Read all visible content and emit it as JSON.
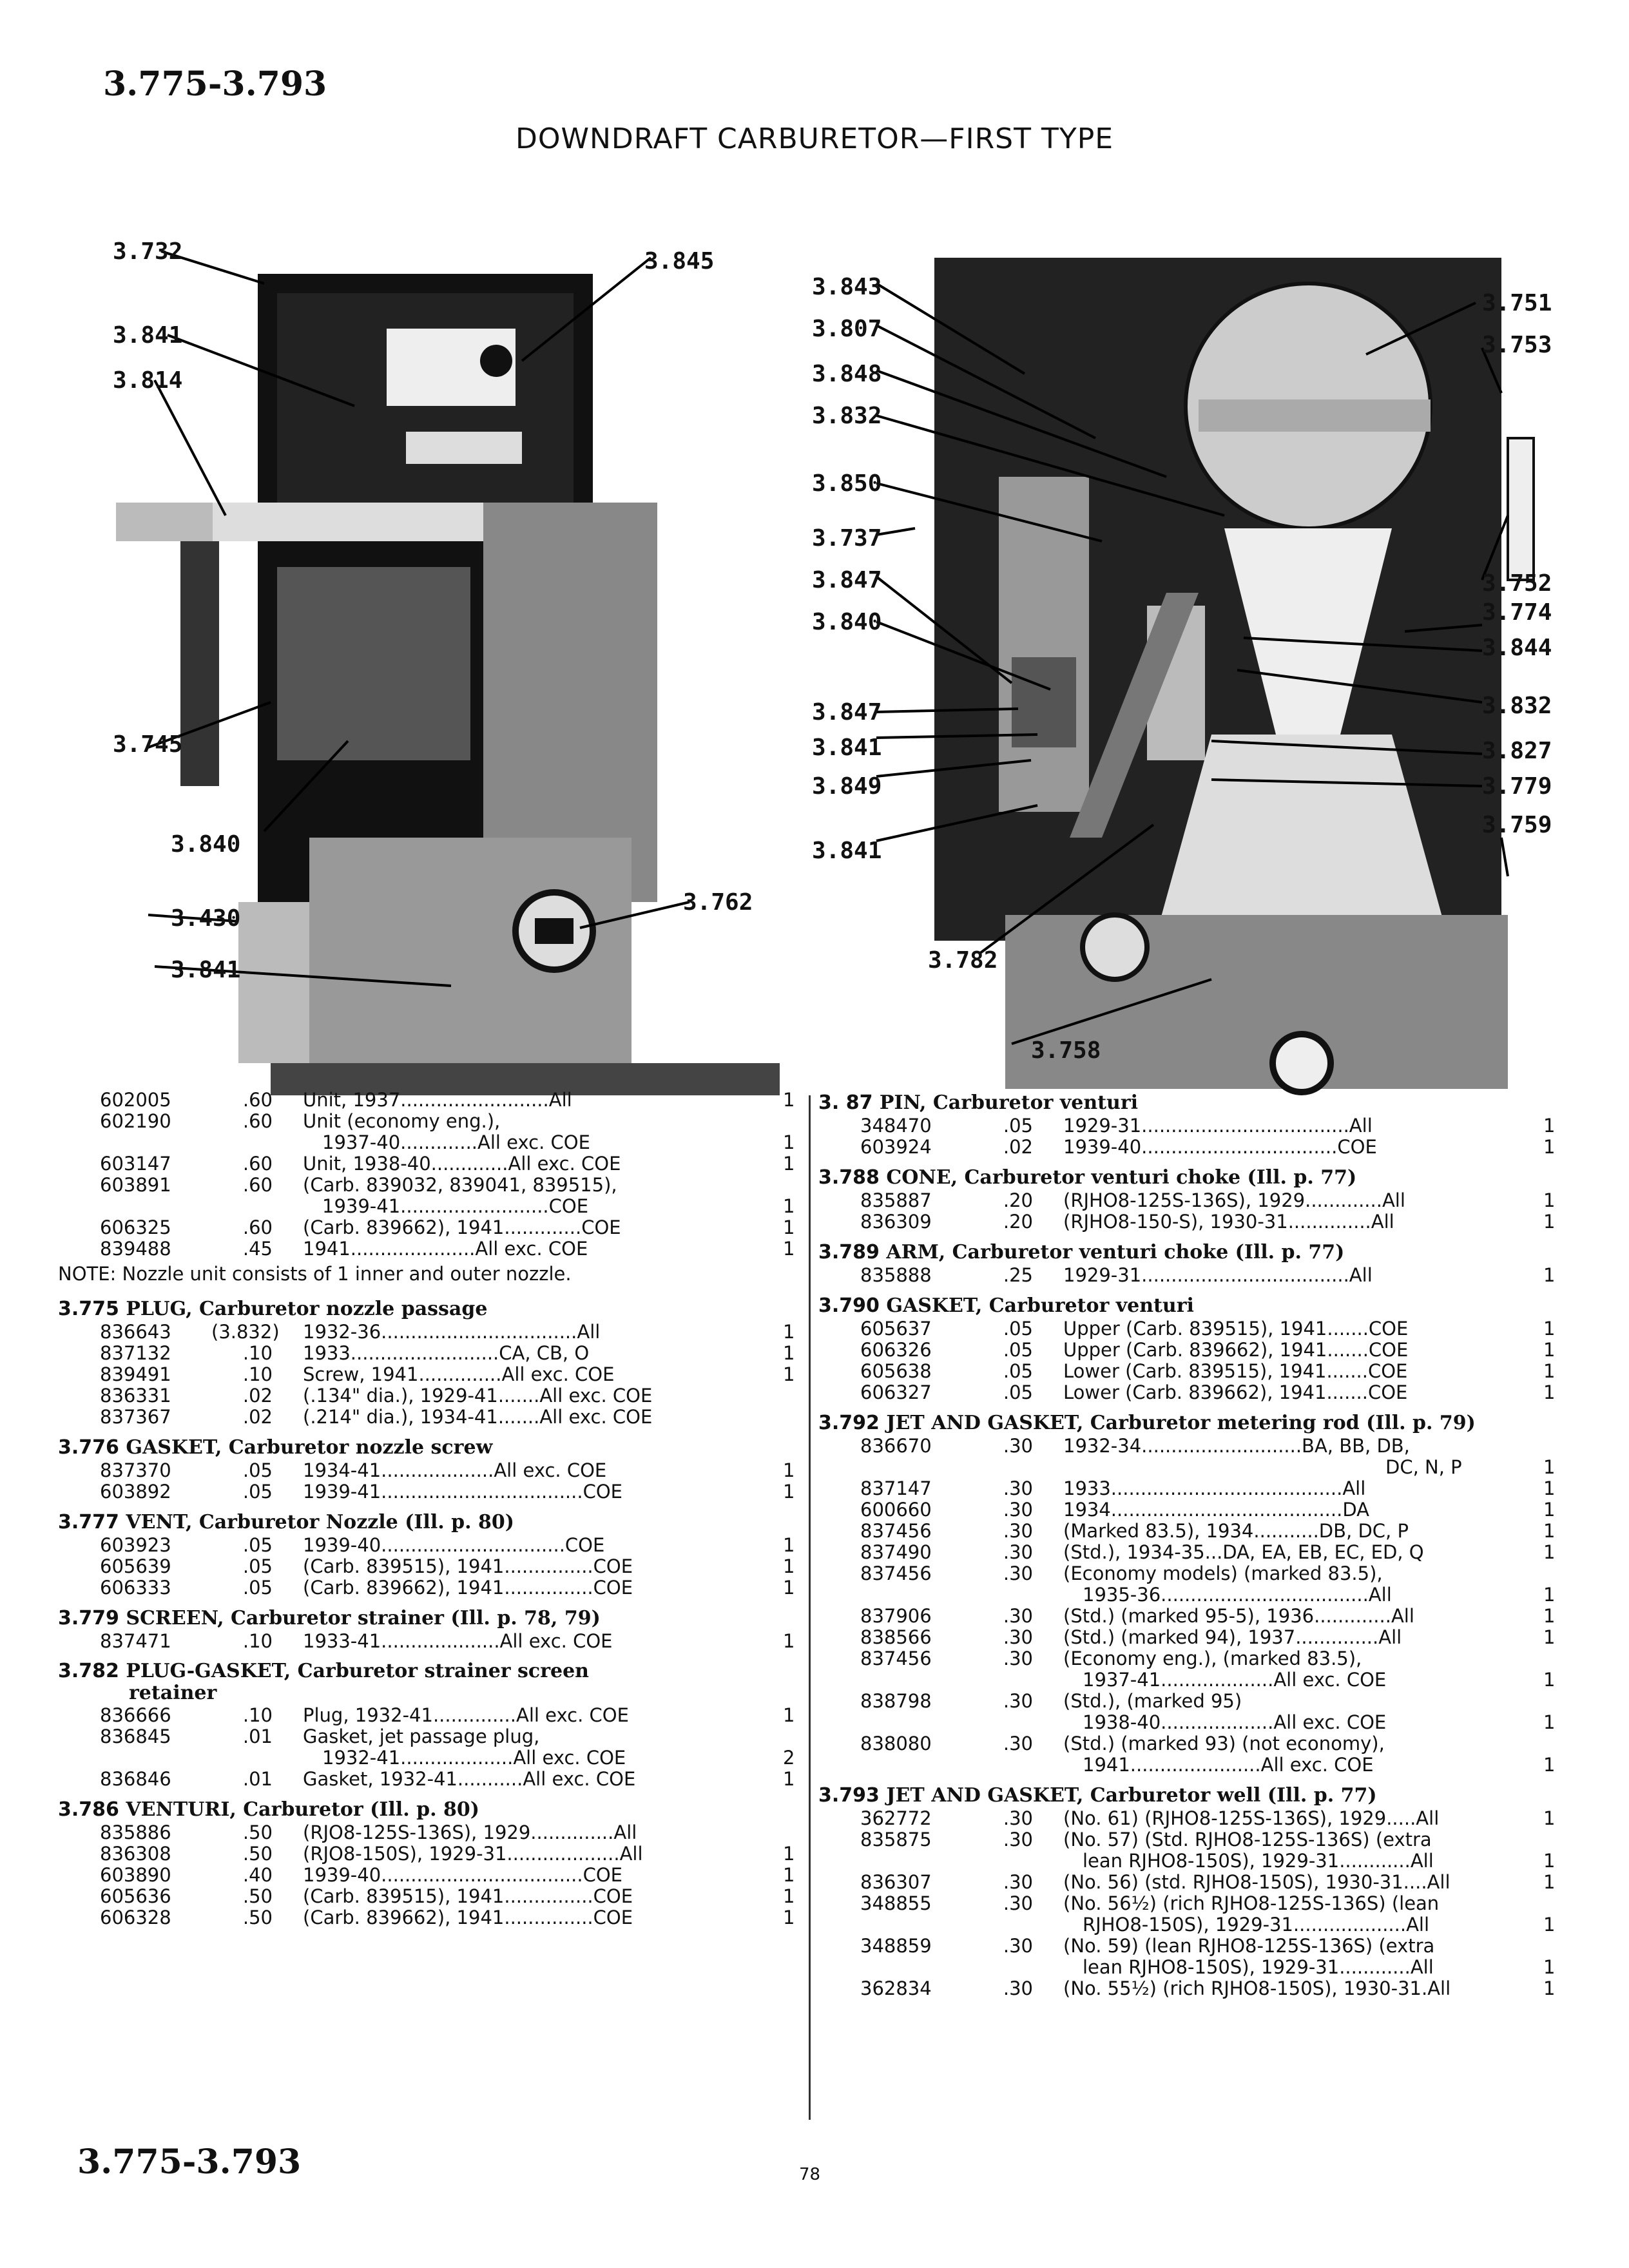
{
  "header": {
    "range": "3.775-3.793",
    "title": "DOWNDRAFT CARBURETOR—FIRST TYPE"
  },
  "footer": {
    "range": "3.775-3.793",
    "page": "78"
  },
  "callouts_left": [
    "3.732",
    "3.841",
    "3.814",
    "3.845",
    "3.745",
    "3.840",
    "3.430",
    "3.841",
    "3.762"
  ],
  "callouts_right": [
    "3.843",
    "3.807",
    "3.848",
    "3.832",
    "3.850",
    "3.737",
    "3.847",
    "3.840",
    "3.847",
    "3.841",
    "3.849",
    "3.841",
    "3.782",
    "3.758",
    "3.751",
    "3.753",
    "3.752",
    "3.774",
    "3.844",
    "3.832",
    "3.827",
    "3.779",
    "3.759"
  ],
  "left_column": {
    "top_rows": [
      {
        "pn": "602005",
        "price": ".60",
        "desc": "Unit, 1937.........................All",
        "qty": "1"
      },
      {
        "pn": "602190",
        "price": ".60",
        "desc": "Unit (economy eng.),",
        "qty": ""
      },
      {
        "pn": "",
        "price": "",
        "desc": "1937-40.............All exc. COE",
        "qty": "1"
      },
      {
        "pn": "603147",
        "price": ".60",
        "desc": "Unit, 1938-40.............All exc. COE",
        "qty": "1"
      },
      {
        "pn": "603891",
        "price": ".60",
        "desc": "(Carb. 839032, 839041, 839515),",
        "qty": ""
      },
      {
        "pn": "",
        "price": "",
        "desc": "1939-41.........................COE",
        "qty": "1"
      },
      {
        "pn": "606325",
        "price": ".60",
        "desc": "(Carb. 839662), 1941.............COE",
        "qty": "1"
      },
      {
        "pn": "839488",
        "price": ".45",
        "desc": "1941.....................All exc. COE",
        "qty": "1"
      }
    ],
    "note": "NOTE: Nozzle unit consists of 1 inner and outer nozzle.",
    "sections": [
      {
        "num": "3.775",
        "title": "PLUG, Carburetor nozzle passage",
        "rows": [
          {
            "pn": "836643",
            "price": "(3.832)",
            "desc": "1932-36.................................All",
            "qty": "1"
          },
          {
            "pn": "837132",
            "price": ".10",
            "desc": "1933.........................CA, CB, O",
            "qty": "1"
          },
          {
            "pn": "839491",
            "price": ".10",
            "desc": "Screw, 1941..............All exc. COE",
            "qty": "1"
          },
          {
            "pn": "836331",
            "price": ".02",
            "desc": "(.134\" dia.), 1929-41.......All exc. COE",
            "qty": ""
          },
          {
            "pn": "837367",
            "price": ".02",
            "desc": "(.214\" dia.), 1934-41.......All exc. COE",
            "qty": ""
          }
        ]
      },
      {
        "num": "3.776",
        "title": "GASKET, Carburetor nozzle screw",
        "rows": [
          {
            "pn": "837370",
            "price": ".05",
            "desc": "1934-41...................All exc. COE",
            "qty": "1"
          },
          {
            "pn": "603892",
            "price": ".05",
            "desc": "1939-41..................................COE",
            "qty": "1"
          }
        ]
      },
      {
        "num": "3.777",
        "title": "VENT, Carburetor Nozzle (Ill. p. 80)",
        "rows": [
          {
            "pn": "603923",
            "price": ".05",
            "desc": "1939-40...............................COE",
            "qty": "1"
          },
          {
            "pn": "605639",
            "price": ".05",
            "desc": "(Carb. 839515), 1941...............COE",
            "qty": "1"
          },
          {
            "pn": "606333",
            "price": ".05",
            "desc": "(Carb. 839662), 1941...............COE",
            "qty": "1"
          }
        ]
      },
      {
        "num": "3.779",
        "title": "SCREEN, Carburetor strainer (Ill. p. 78, 79)",
        "rows": [
          {
            "pn": "837471",
            "price": ".10",
            "desc": "1933-41....................All exc. COE",
            "qty": "1"
          }
        ]
      },
      {
        "num": "3.782",
        "title": "PLUG-GASKET, Carburetor strainer screen",
        "title2": "retainer",
        "rows": [
          {
            "pn": "836666",
            "price": ".10",
            "desc": "Plug, 1932-41..............All exc. COE",
            "qty": "1"
          },
          {
            "pn": "836845",
            "price": ".01",
            "desc": "Gasket, jet passage plug,",
            "qty": ""
          },
          {
            "pn": "",
            "price": "",
            "desc": "1932-41...................All exc. COE",
            "qty": "2"
          },
          {
            "pn": "836846",
            "price": ".01",
            "desc": "Gasket, 1932-41...........All exc. COE",
            "qty": "1"
          }
        ]
      },
      {
        "num": "3.786",
        "title": "VENTURI, Carburetor (Ill. p. 80)",
        "rows": [
          {
            "pn": "835886",
            "price": ".50",
            "desc": "(RJO8-125S-136S), 1929..............All",
            "qty": ""
          },
          {
            "pn": "836308",
            "price": ".50",
            "desc": "(RJO8-150S), 1929-31...................All",
            "qty": "1"
          },
          {
            "pn": "603890",
            "price": ".40",
            "desc": "1939-40..................................COE",
            "qty": "1"
          },
          {
            "pn": "605636",
            "price": ".50",
            "desc": "(Carb. 839515), 1941...............COE",
            "qty": "1"
          },
          {
            "pn": "606328",
            "price": ".50",
            "desc": "(Carb. 839662), 1941...............COE",
            "qty": "1"
          }
        ]
      }
    ]
  },
  "right_column": {
    "sections": [
      {
        "num": "3. 87",
        "title": "PIN, Carburetor venturi",
        "rows": [
          {
            "pn": "348470",
            "price": ".05",
            "desc": "1929-31...................................All",
            "qty": "1"
          },
          {
            "pn": "603924",
            "price": ".02",
            "desc": "1939-40.................................COE",
            "qty": "1"
          }
        ]
      },
      {
        "num": "3.788",
        "title": "CONE, Carburetor venturi choke (Ill. p. 77)",
        "rows": [
          {
            "pn": "835887",
            "price": ".20",
            "desc": "(RJHO8-125S-136S), 1929.............All",
            "qty": "1"
          },
          {
            "pn": "836309",
            "price": ".20",
            "desc": "(RJHO8-150-S), 1930-31..............All",
            "qty": "1"
          }
        ]
      },
      {
        "num": "3.789",
        "title": "ARM, Carburetor venturi choke (Ill. p. 77)",
        "rows": [
          {
            "pn": "835888",
            "price": ".25",
            "desc": "1929-31...................................All",
            "qty": "1"
          }
        ]
      },
      {
        "num": "3.790",
        "title": "GASKET, Carburetor venturi",
        "rows": [
          {
            "pn": "605637",
            "price": ".05",
            "desc": "Upper (Carb. 839515), 1941.......COE",
            "qty": "1"
          },
          {
            "pn": "606326",
            "price": ".05",
            "desc": "Upper (Carb. 839662), 1941.......COE",
            "qty": "1"
          },
          {
            "pn": "605638",
            "price": ".05",
            "desc": "Lower (Carb. 839515), 1941.......COE",
            "qty": "1"
          },
          {
            "pn": "606327",
            "price": ".05",
            "desc": "Lower (Carb. 839662), 1941.......COE",
            "qty": "1"
          }
        ]
      },
      {
        "num": "3.792",
        "title": "JET AND GASKET, Carburetor metering rod (Ill. p. 79)",
        "rows": [
          {
            "pn": "836670",
            "price": ".30",
            "desc": "1932-34...........................BA, BB, DB,",
            "qty": ""
          },
          {
            "pn": "",
            "price": "",
            "desc": "DC, N, P",
            "qty": "1"
          },
          {
            "pn": "837147",
            "price": ".30",
            "desc": "1933.......................................All",
            "qty": "1"
          },
          {
            "pn": "600660",
            "price": ".30",
            "desc": "1934.......................................DA",
            "qty": "1"
          },
          {
            "pn": "837456",
            "price": ".30",
            "desc": "(Marked 83.5), 1934...........DB, DC, P",
            "qty": "1"
          },
          {
            "pn": "837490",
            "price": ".30",
            "desc": "(Std.), 1934-35...DA, EA, EB, EC, ED, Q",
            "qty": "1"
          },
          {
            "pn": "837456",
            "price": ".30",
            "desc": "(Economy models) (marked 83.5),",
            "qty": ""
          },
          {
            "pn": "",
            "price": "",
            "desc": "1935-36...................................All",
            "qty": "1"
          },
          {
            "pn": "837906",
            "price": ".30",
            "desc": "(Std.) (marked 95-5), 1936.............All",
            "qty": "1"
          },
          {
            "pn": "838566",
            "price": ".30",
            "desc": "(Std.) (marked 94), 1937..............All",
            "qty": "1"
          },
          {
            "pn": "837456",
            "price": ".30",
            "desc": "(Economy eng.), (marked 83.5),",
            "qty": ""
          },
          {
            "pn": "",
            "price": "",
            "desc": "1937-41...................All exc. COE",
            "qty": "1"
          },
          {
            "pn": "838798",
            "price": ".30",
            "desc": "(Std.), (marked 95)",
            "qty": ""
          },
          {
            "pn": "",
            "price": "",
            "desc": "1938-40...................All exc. COE",
            "qty": "1"
          },
          {
            "pn": "838080",
            "price": ".30",
            "desc": "(Std.) (marked 93) (not economy),",
            "qty": ""
          },
          {
            "pn": "",
            "price": "",
            "desc": "1941......................All exc. COE",
            "qty": "1"
          }
        ]
      },
      {
        "num": "3.793",
        "title": "JET AND GASKET, Carburetor well (Ill. p. 77)",
        "rows": [
          {
            "pn": "362772",
            "price": ".30",
            "desc": "(No. 61) (RJHO8-125S-136S), 1929.....All",
            "qty": "1"
          },
          {
            "pn": "835875",
            "price": ".30",
            "desc": "(No. 57) (Std. RJHO8-125S-136S) (extra",
            "qty": ""
          },
          {
            "pn": "",
            "price": "",
            "desc": "lean RJHO8-150S), 1929-31............All",
            "qty": "1"
          },
          {
            "pn": "836307",
            "price": ".30",
            "desc": "(No. 56) (std. RJHO8-150S), 1930-31....All",
            "qty": "1"
          },
          {
            "pn": "348855",
            "price": ".30",
            "desc": "(No. 56½) (rich RJHO8-125S-136S) (lean",
            "qty": ""
          },
          {
            "pn": "",
            "price": "",
            "desc": "RJHO8-150S), 1929-31...................All",
            "qty": "1"
          },
          {
            "pn": "348859",
            "price": ".30",
            "desc": "(No. 59) (lean RJHO8-125S-136S)  (extra",
            "qty": ""
          },
          {
            "pn": "",
            "price": "",
            "desc": "lean RJHO8-150S), 1929-31............All",
            "qty": "1"
          },
          {
            "pn": "362834",
            "price": ".30",
            "desc": "(No. 55½) (rich RJHO8-150S), 1930-31.All",
            "qty": "1"
          }
        ]
      }
    ]
  }
}
